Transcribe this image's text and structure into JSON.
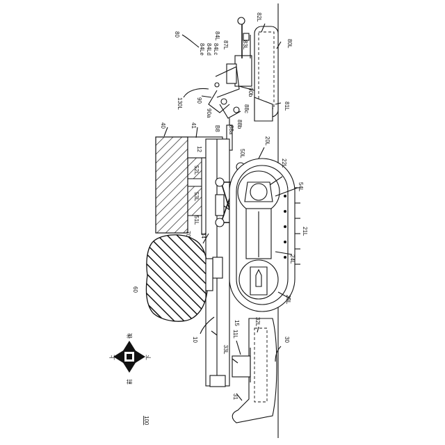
{
  "figure": {
    "fig_number": "100",
    "ref_numerals": {
      "n80": "80",
      "n84L": "84L",
      "n84Le": "84Le",
      "n84Ld": "84Ld",
      "n84Lc": "84Lc",
      "n87L": "87L",
      "n83L": "83L",
      "n82L": "82L",
      "n80L": "80L",
      "n81L": "81L",
      "n130L": "130L",
      "n90": "90",
      "n90a": "90a",
      "n90b": "90b",
      "n88a": "88a",
      "n88b": "88b",
      "n88c": "88c",
      "n40": "40",
      "n41": "41",
      "nB8": "B8",
      "n12": "12",
      "n50L": "50L",
      "n20L": "20L",
      "n22L": "22L",
      "n52L": "52L",
      "n53L": "53L",
      "n51L": "51L",
      "n54L": "54L",
      "n21L": "21L",
      "n70": "70",
      "n14": "14",
      "n24L": "24L",
      "n60": "60",
      "n23L": "23L",
      "n15": "15",
      "n32L": "32L",
      "n30": "30",
      "n10": "10",
      "n11L": "11L",
      "n33L": "33L",
      "n31": "31"
    },
    "direction_labels": {
      "up": "上",
      "down": "下",
      "front": "前",
      "rear": "後"
    }
  }
}
